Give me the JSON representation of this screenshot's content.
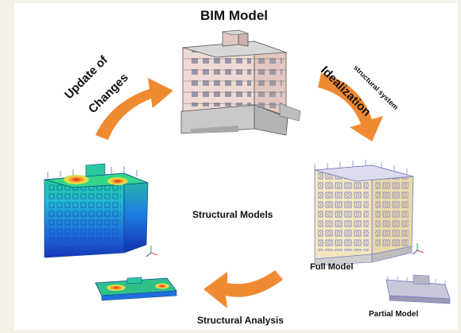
{
  "labels": {
    "title": "BIM Model",
    "idealization": "Idealization",
    "idealization_sub": "structural system",
    "update_line1": "Update of",
    "update_line2": "Changes",
    "structural_models": "Structural Models",
    "full_model": "Full Model",
    "partial_model": "Partial Model",
    "structural_analysis": "Structural Analysis"
  },
  "colors": {
    "background": "#f3f1e6",
    "panel": "#ffffff",
    "arrow": "#f08a32",
    "building_facade": "#efd9d4",
    "building_base": "#c9c9c9",
    "wireframe": "#6f72c8",
    "wall_cream": "#f2e6bf"
  },
  "icons": [
    "orange-cycle-arrow",
    "axis-triad-icon"
  ]
}
